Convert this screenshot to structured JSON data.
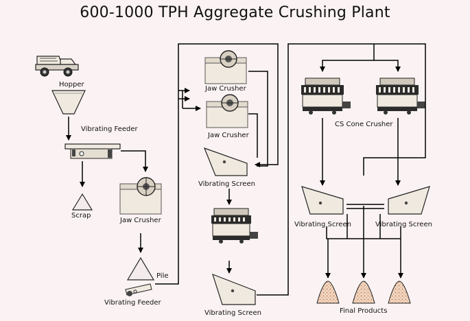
{
  "title": "600-1000 TPH Aggregate Crushing Plant",
  "labels": {
    "hopper": "Hopper",
    "vibrating_feeder_top": "Vibrating Feeder",
    "scrap": "Scrap",
    "jaw_crusher_primary": "Jaw Crusher",
    "pile": "Pile",
    "vibrating_feeder_bottom": "Vibrating Feeder",
    "jaw_crusher_a": "Jaw Crusher",
    "jaw_crusher_b": "Jaw Crusher",
    "vibrating_screen_1": "Vibrating Screen",
    "vibrating_screen_2": "Vibrating Screen",
    "cs_cone_crusher": "CS Cone Crusher",
    "vibrating_screen_left": "Vibrating Screen",
    "vibrating_screen_right": "Vibrating Screen",
    "final_products": "Final Products"
  },
  "colors": {
    "background": "#fbf3f3",
    "line": "#000000",
    "machine_fill": "#efe9df",
    "machine_dark": "#2b2b2b",
    "pile_fill": "#f3d6bf"
  },
  "icons": [
    "dump-truck-icon",
    "hopper-icon",
    "vibrating-feeder-icon",
    "jaw-crusher-icon",
    "cone-crusher-icon",
    "vibrating-screen-icon",
    "pile-icon"
  ]
}
